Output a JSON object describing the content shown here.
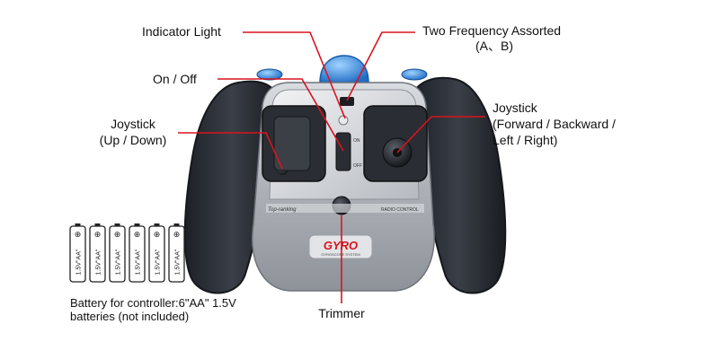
{
  "labels": {
    "indicator_light": "Indicator Light",
    "on_off": "On / Off",
    "joystick_left_title": "Joystick",
    "joystick_left_sub": "(Up / Down)",
    "trimmer": "Trimmer",
    "two_freq_line1": "Two Frequency Assorted",
    "two_freq_line2": "(A、B)",
    "joystick_right_title": "Joystick",
    "joystick_right_line2": "(Forward / Backward /",
    "joystick_right_line3": "Left / Right)"
  },
  "battery": {
    "label": "1.5V\"AA\"",
    "plus": "⊕",
    "count": 6,
    "caption_line1": "Battery for controller:6\"AA\" 1.5V",
    "caption_line2": "batteries (not included)"
  },
  "controller": {
    "brand_text": "Top-ranking",
    "radio_text": "RADIO CONTROL",
    "gyro_text": "GYRO",
    "gyro_sub": "GYROSCOPE SYSTEM",
    "switch_on": "ON",
    "switch_off": "OFF"
  },
  "colors": {
    "leader": "#d8141e",
    "grip": "#2b2f36",
    "body": "#b9bdc3",
    "gyro_red": "#d8141e",
    "blue": "#2f7fd8"
  }
}
